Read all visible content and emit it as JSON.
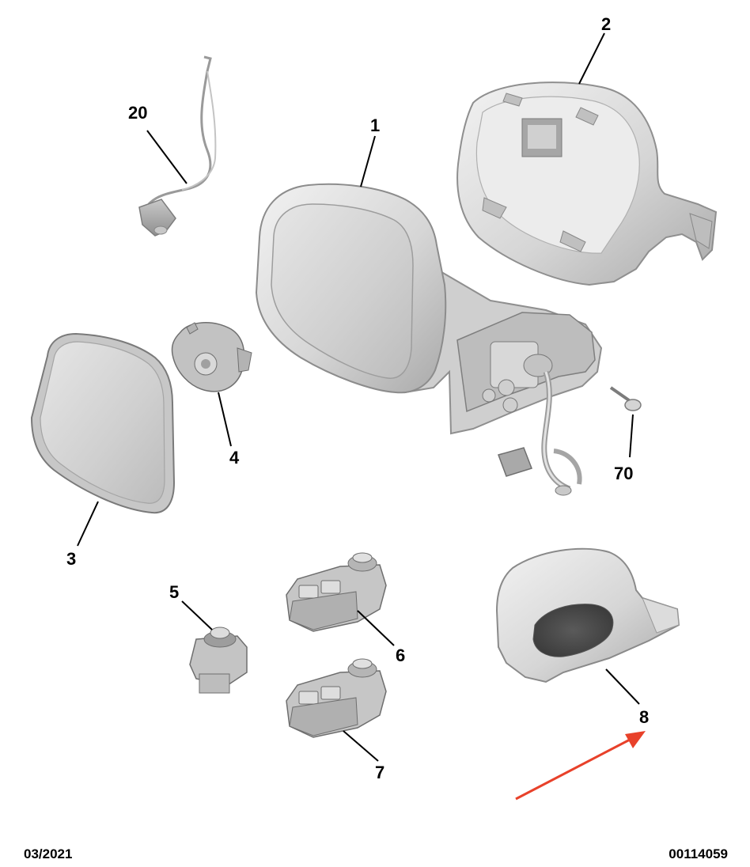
{
  "callouts": {
    "c1": "1",
    "c2": "2",
    "c3": "3",
    "c4": "4",
    "c5": "5",
    "c6": "6",
    "c7": "7",
    "c8": "8",
    "c20": "20",
    "c70": "70"
  },
  "footer": {
    "date": "03/2021",
    "reference": "00114059"
  },
  "colors": {
    "part_fill": "#d9d9d9",
    "part_shade": "#b8b8b8",
    "part_light": "#ededed",
    "outline": "#8a8a8a",
    "highlight_arrow": "#e8412a"
  },
  "icons": {
    "highlight_arrow": "arrow-icon"
  }
}
